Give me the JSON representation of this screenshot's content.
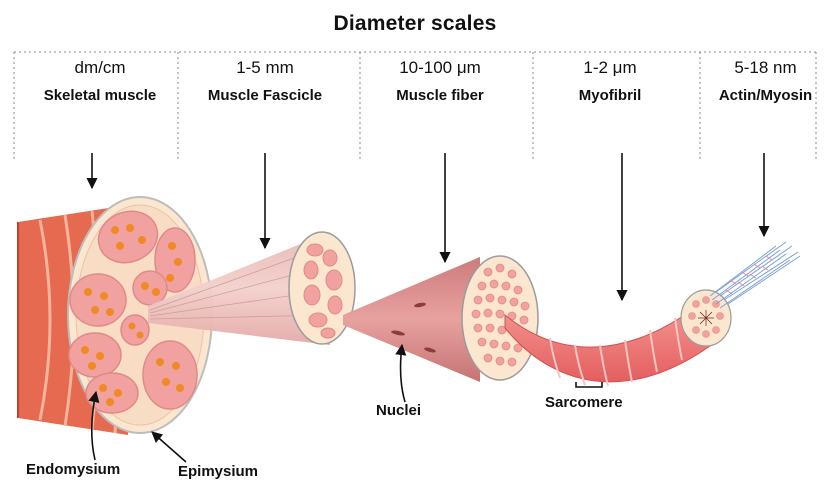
{
  "title": "Diameter scales",
  "scales": [
    {
      "scale": "dm/cm",
      "level": "Skeletal muscle"
    },
    {
      "scale": "1-5 mm",
      "level": "Muscle Fascicle"
    },
    {
      "scale": "10-100 μm",
      "level": "Muscle fiber"
    },
    {
      "scale": "1-2 μm",
      "level": "Myofibril"
    },
    {
      "scale": "5-18 nm",
      "level": "Actin/Myosin"
    }
  ],
  "labels": {
    "nuclei": "Nuclei",
    "sarcomere": "Sarcomere",
    "endomysium": "Endomysium",
    "epimysium": "Epimysium"
  },
  "colors": {
    "muscle_red": "#e56a4f",
    "fascicle_pink": "#f1a2a0",
    "sheath_cream": "#fbe6cf",
    "fiber_orange": "#f08a25",
    "fiber_body": "#e9968f",
    "myofibril": "#f07a78",
    "actin_blue": "#7aa0d8"
  }
}
